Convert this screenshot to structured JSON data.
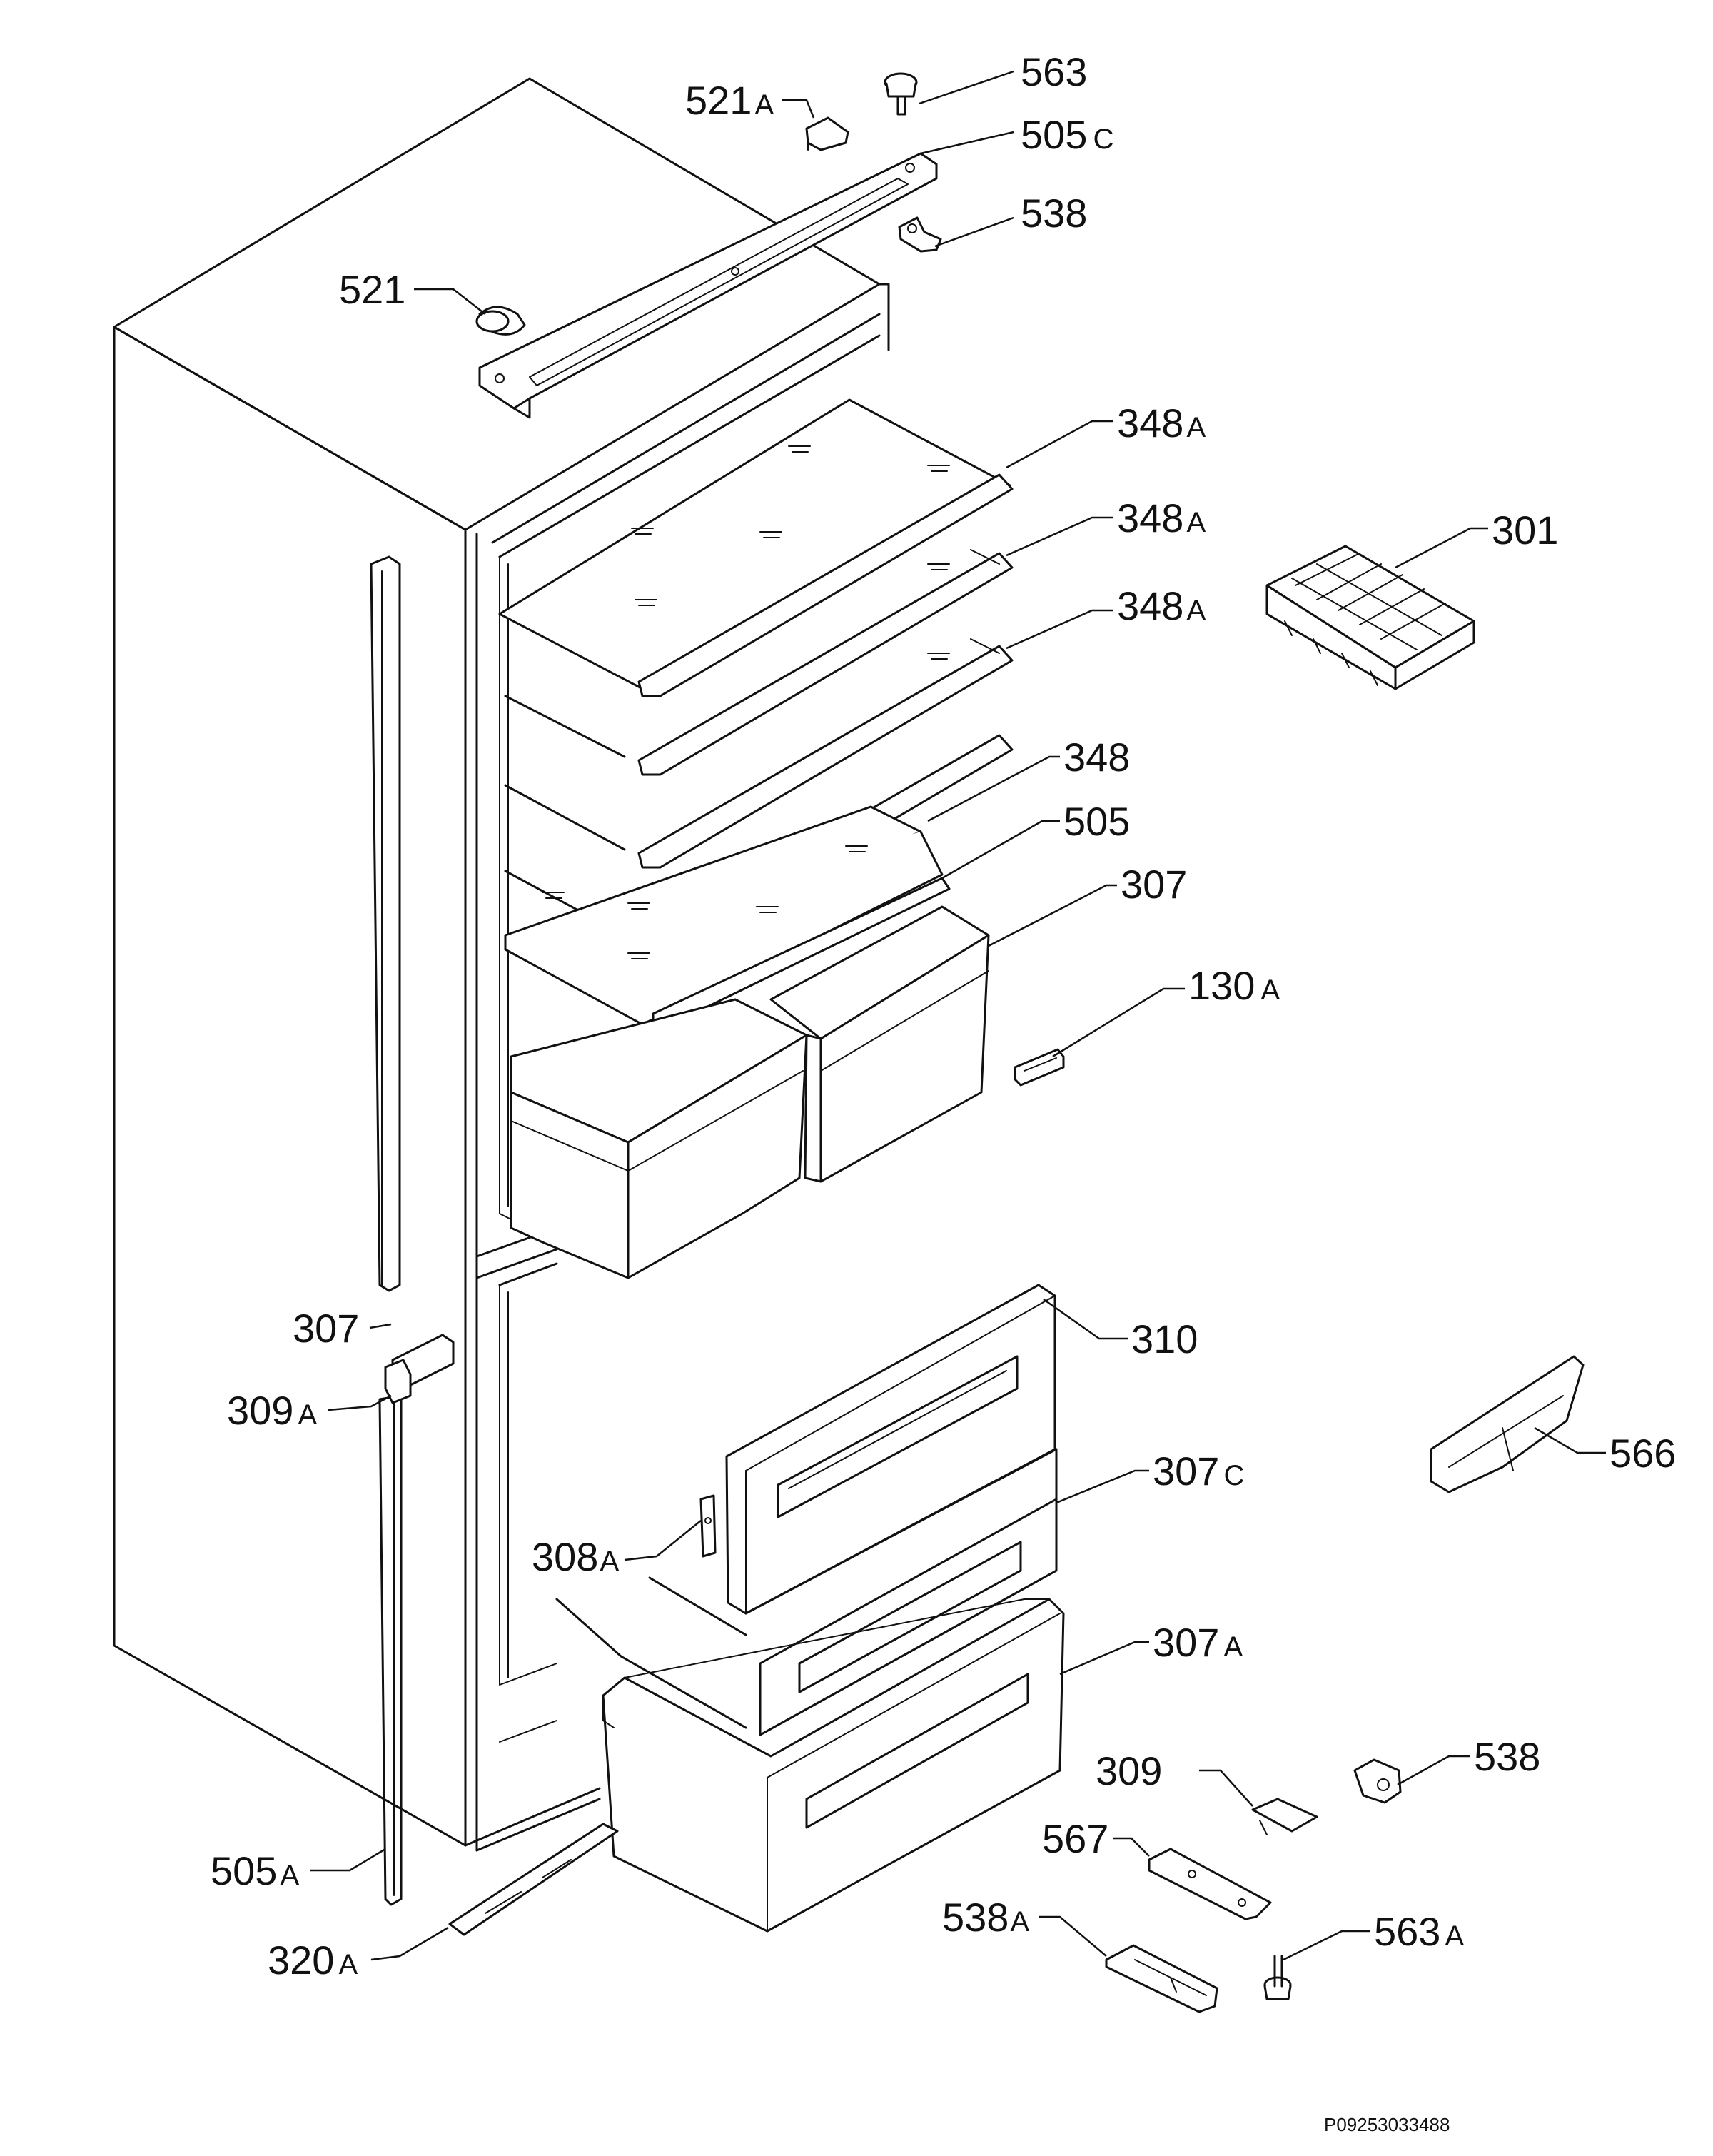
{
  "reference_code": "P09253033488",
  "labels": [
    {
      "id": "563",
      "num": "563",
      "suffix": ""
    },
    {
      "id": "521A",
      "num": "521",
      "suffix": "A"
    },
    {
      "id": "505C",
      "num": "505",
      "suffix": "C"
    },
    {
      "id": "538-top",
      "num": "538",
      "suffix": ""
    },
    {
      "id": "521",
      "num": "521",
      "suffix": ""
    },
    {
      "id": "348A-1",
      "num": "348",
      "suffix": "A"
    },
    {
      "id": "348A-2",
      "num": "348",
      "suffix": "A"
    },
    {
      "id": "348A-3",
      "num": "348",
      "suffix": "A"
    },
    {
      "id": "301",
      "num": "301",
      "suffix": ""
    },
    {
      "id": "348",
      "num": "348",
      "suffix": ""
    },
    {
      "id": "505",
      "num": "505",
      "suffix": ""
    },
    {
      "id": "307-right",
      "num": "307",
      "suffix": ""
    },
    {
      "id": "130A",
      "num": "130",
      "suffix": "A"
    },
    {
      "id": "307-left",
      "num": "307",
      "suffix": ""
    },
    {
      "id": "310",
      "num": "310",
      "suffix": ""
    },
    {
      "id": "309A",
      "num": "309",
      "suffix": "A"
    },
    {
      "id": "566",
      "num": "566",
      "suffix": ""
    },
    {
      "id": "307C",
      "num": "307",
      "suffix": "C"
    },
    {
      "id": "308A",
      "num": "308",
      "suffix": "A"
    },
    {
      "id": "307A",
      "num": "307",
      "suffix": "A"
    },
    {
      "id": "309",
      "num": "309",
      "suffix": ""
    },
    {
      "id": "538-bottom",
      "num": "538",
      "suffix": ""
    },
    {
      "id": "567",
      "num": "567",
      "suffix": ""
    },
    {
      "id": "505A",
      "num": "505",
      "suffix": "A"
    },
    {
      "id": "538A",
      "num": "538",
      "suffix": "A"
    },
    {
      "id": "563A",
      "num": "563",
      "suffix": "A"
    },
    {
      "id": "320A",
      "num": "320",
      "suffix": "A"
    }
  ]
}
